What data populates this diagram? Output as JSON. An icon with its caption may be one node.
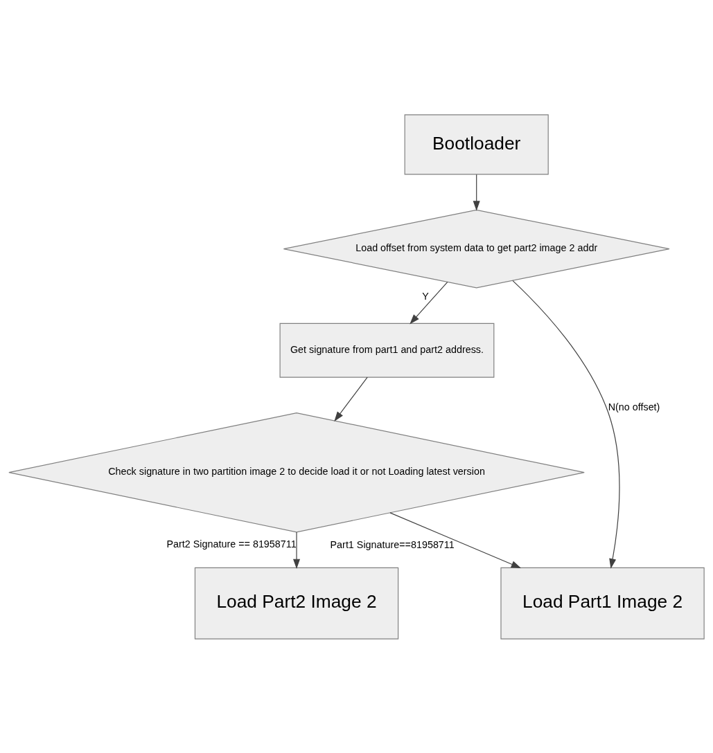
{
  "diagram": {
    "nodes": [
      {
        "text": [
          "Bootloader"
        ]
      },
      {
        "text": [
          "Load offset from system data to get part2 image 2 addr"
        ]
      },
      {
        "text": [
          "Get signature from part1 and part2 address."
        ]
      },
      {
        "text": [
          "Check signature in two partition image 2 to decide load it or not Loading latest version"
        ]
      },
      {
        "text": [
          "Load Part1 Image 2"
        ]
      },
      {
        "text": [
          "Load Part2 Image 2"
        ]
      }
    ],
    "edges": [
      {
        "from": 0,
        "to": 1,
        "arrow": "to"
      },
      {
        "from": 1,
        "to": 2,
        "arrow": "to",
        "label": "Y"
      },
      {
        "from": 1,
        "to": 4,
        "arrow": "to",
        "label": "N(no offset)"
      },
      {
        "from": 2,
        "to": 3,
        "arrow": "to"
      },
      {
        "from": 3,
        "to": 4,
        "arrow": "to",
        "label": "Part1 Signature==81958711"
      },
      {
        "from": 3,
        "to": 5,
        "arrow": "to",
        "label": "Part2 Signature == 81958711"
      }
    ]
  }
}
